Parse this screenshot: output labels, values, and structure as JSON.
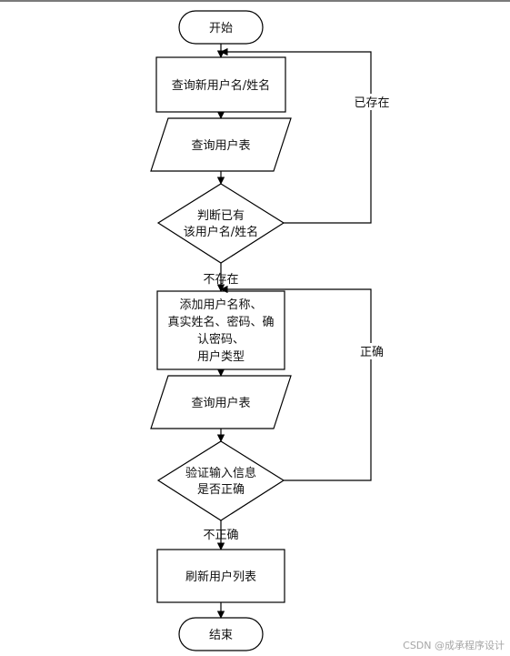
{
  "nodes": {
    "start": "开始",
    "query_new_user": "查询新用户名/姓名",
    "query_user_table_1": "查询用户表",
    "decision_exists": [
      "判断已有",
      "该用户名/姓名"
    ],
    "add_user_info": [
      "添加用户名称、",
      "真实姓名、密码、确",
      "认密码、",
      "用户类型"
    ],
    "query_user_table_2": "查询用户表",
    "decision_valid": [
      "验证输入信息",
      "是否正确"
    ],
    "refresh_user_list": "刷新用户列表",
    "end": "结束"
  },
  "edge_labels": {
    "exists": "已存在",
    "not_exists": "不存在",
    "correct": "正确",
    "incorrect": "不正确"
  },
  "watermark": "CSDN @成承程序设计"
}
